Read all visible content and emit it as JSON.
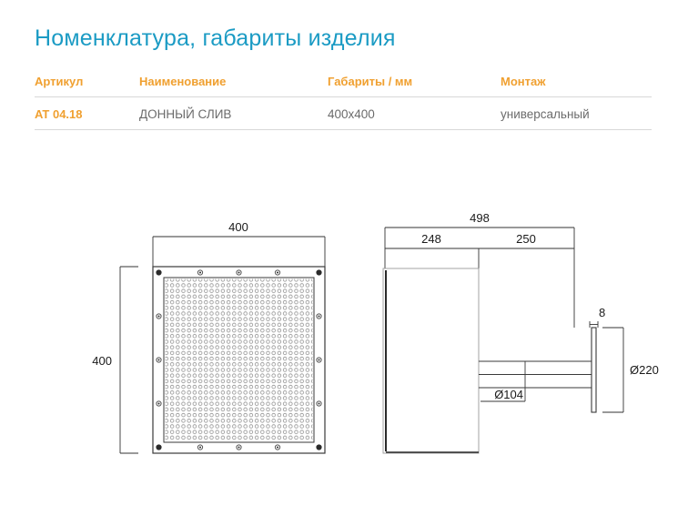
{
  "page": {
    "title": "Номенклатура, габариты изделия",
    "title_color": "#1b9bc4",
    "accent_color": "#f0a030",
    "text_color": "#6b6b6b"
  },
  "spec_table": {
    "headers": [
      "Артикул",
      "Наименование",
      "Габариты / мм",
      "Монтаж"
    ],
    "rows": [
      {
        "article": "AT 04.18",
        "name": "ДОННЫЙ СЛИВ",
        "dimensions": "400x400",
        "mounting": "универсальный"
      }
    ]
  },
  "drawings": {
    "top_view": {
      "label": "top-view-perforated-drain-plate",
      "width_dim": "400",
      "height_dim": "400",
      "perforation": "circular-hole-grid",
      "bolt_holes_per_edge": 5
    },
    "side_view": {
      "label": "side-section-view",
      "overall_length": "498",
      "body_length": "248",
      "pipe_length": "250",
      "flange_thickness": "8",
      "flange_diameter": "Ø220",
      "pipe_diameter": "Ø104"
    }
  }
}
